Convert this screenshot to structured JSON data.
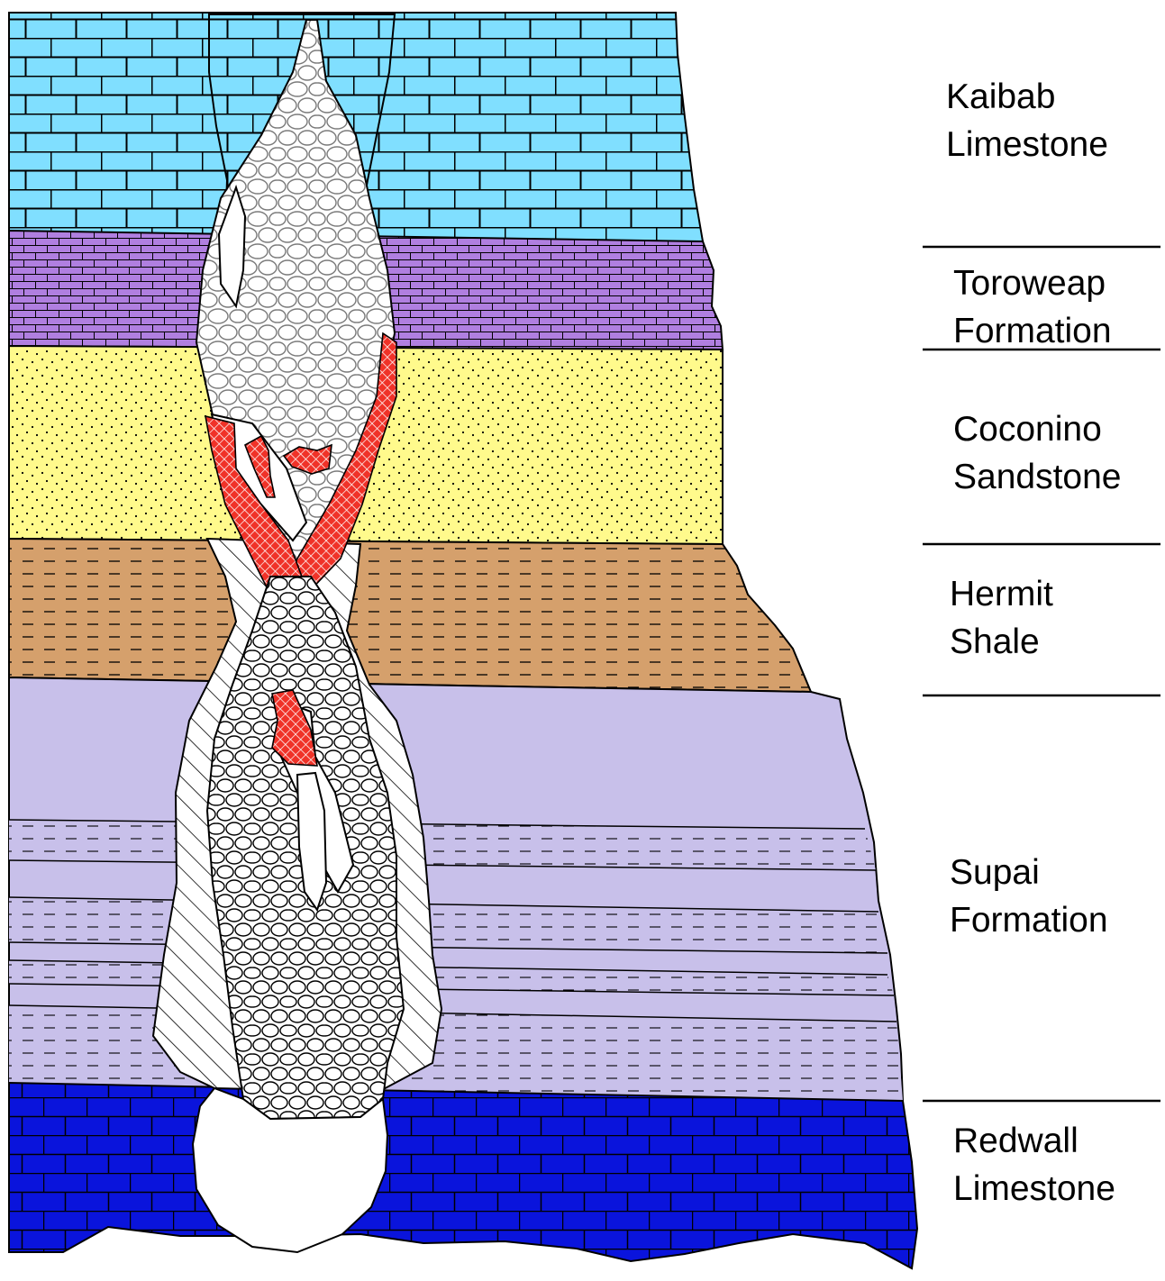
{
  "layers": [
    {
      "id": "kaibab",
      "line1": "Kaibab",
      "line2": "Limestone",
      "color": "#80DFFF"
    },
    {
      "id": "toroweap",
      "line1": "Toroweap",
      "line2": "Formation",
      "color": "#B07FE0"
    },
    {
      "id": "coconino",
      "line1": "Coconino",
      "line2": "Sandstone",
      "color": "#FFFA8C"
    },
    {
      "id": "hermit",
      "line1": "Hermit",
      "line2": "Shale",
      "color": "#D5A06C"
    },
    {
      "id": "supai",
      "line1": "Supai",
      "line2": "Formation",
      "color": "#C8C0EA"
    },
    {
      "id": "redwall",
      "line1": "Redwall",
      "line2": "Limestone",
      "color": "#0A14DC"
    }
  ],
  "colors": {
    "breccia_pipe_fill": "#FFFFFF",
    "mineralization": "#F03228",
    "outline": "#000000"
  }
}
